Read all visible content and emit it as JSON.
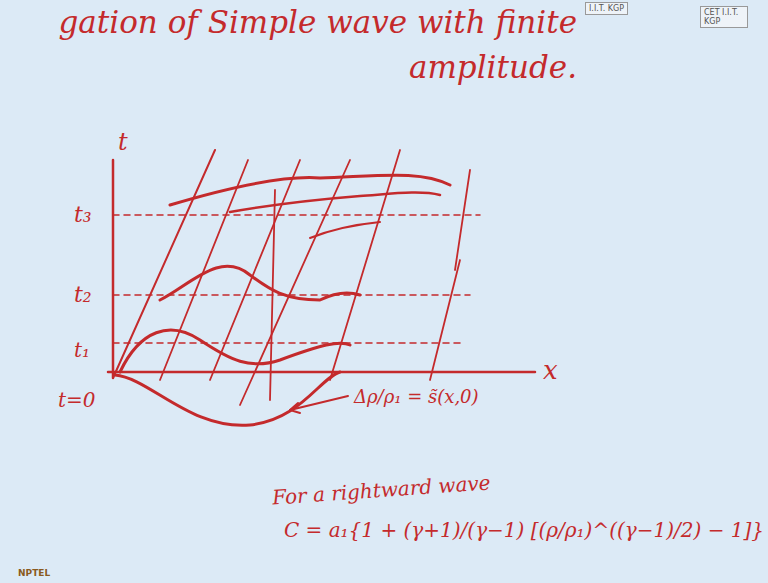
{
  "diagram": {
    "title": "gation of Simple wave with finite amplitude.",
    "labels": [
      "I.I.T. KGP",
      "CET I.I.T. KGP",
      "t",
      "x",
      "t₃",
      "t₂",
      "t₁",
      "t=0",
      "Δρ/ρ₁ = s̃(x,0)",
      "For a rightward wave",
      "C = a₁{1 + (γ+1)/(γ−1) [(ρ/ρ₁)^((γ−1)/2) − 1]}",
      "NPTEL"
    ]
  }
}
